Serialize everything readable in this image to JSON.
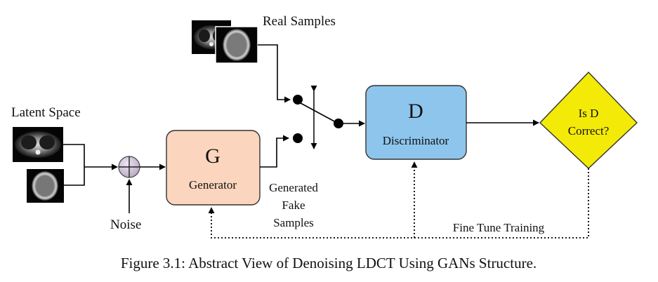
{
  "labels": {
    "real_samples": "Real Samples",
    "latent_space": "Latent Space",
    "noise": "Noise",
    "generated_fake_samples": [
      "Generated",
      "Fake",
      "Samples"
    ],
    "fine_tune_training": "Fine Tune Training"
  },
  "nodes": {
    "generator": {
      "letter": "G",
      "name": "Generator",
      "fill": "#fbd5bd"
    },
    "discriminator": {
      "letter": "D",
      "name": "Discriminator",
      "fill": "#8ec5ec"
    },
    "decision": {
      "line1": "Is D",
      "line2": "Correct?",
      "fill": "#f3ea07"
    }
  },
  "icons": {
    "sum": "circle-plus-icon",
    "switch": "toggle-switch-icon",
    "scans": "ct-scan-image-icon"
  },
  "caption": "Figure 3.1: Abstract View of Denoising LDCT Using GANs Structure."
}
